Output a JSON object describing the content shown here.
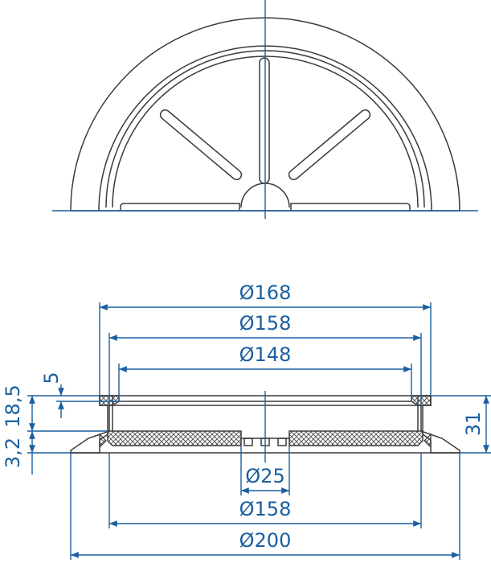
{
  "colors": {
    "dimension": "#1a5fa0",
    "outline": "#3a3a3a",
    "hatch": "#4a4a4a"
  },
  "dimensions": {
    "d168": "Ø168",
    "d158_top": "Ø158",
    "d148": "Ø148",
    "d25": "Ø25",
    "d158_bottom": "Ø158",
    "d200": "Ø200",
    "h5": "5",
    "h18_5": "18,5",
    "h3_2": "3,2",
    "h31": "31"
  }
}
